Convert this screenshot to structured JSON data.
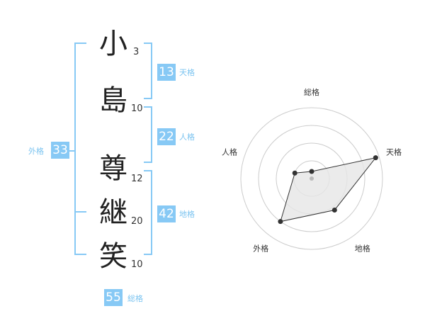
{
  "name": {
    "characters": [
      {
        "char": "小",
        "strokes": "3"
      },
      {
        "char": "島",
        "strokes": "10"
      },
      {
        "char": "尊",
        "strokes": "12"
      },
      {
        "char": "継",
        "strokes": "20"
      },
      {
        "char": "笑",
        "strokes": "10"
      }
    ]
  },
  "kakusu": {
    "tenkaku": {
      "value": "13",
      "label": "天格"
    },
    "jinkaku": {
      "value": "22",
      "label": "人格"
    },
    "chikaku": {
      "value": "42",
      "label": "地格"
    },
    "gaikaku": {
      "value": "33",
      "label": "外格"
    },
    "soukaku": {
      "value": "55",
      "label": "総格"
    }
  },
  "chart_data": {
    "type": "radar",
    "axes": [
      "総格",
      "天格",
      "地格",
      "外格",
      "人格"
    ],
    "values": [
      0.1,
      0.95,
      0.55,
      0.75,
      0.25
    ],
    "rings": 4,
    "colors": {
      "fill": "#e6e6e6",
      "stroke": "#333333",
      "grid": "#cccccc",
      "accent": "#87c9f5"
    }
  }
}
